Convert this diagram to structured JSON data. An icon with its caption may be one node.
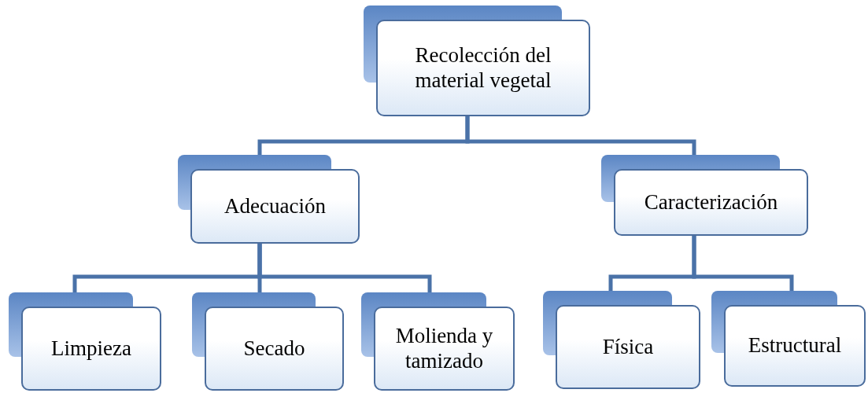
{
  "diagram": {
    "nodes": [
      {
        "text": [
          "Recolección del material vegetal"
        ]
      },
      {
        "text": [
          "Adecuación"
        ]
      },
      {
        "text": [
          "Caracterización"
        ]
      },
      {
        "text": [
          "Limpieza"
        ]
      },
      {
        "text": [
          "Secado"
        ]
      },
      {
        "text": [
          "Molienda y tamizado"
        ]
      },
      {
        "text": [
          "Física"
        ]
      },
      {
        "text": [
          "Estructural"
        ]
      }
    ],
    "edges": [
      {
        "from": 0,
        "to": 1,
        "arrow": "none"
      },
      {
        "from": 0,
        "to": 2,
        "arrow": "none"
      },
      {
        "from": 1,
        "to": 3,
        "arrow": "none"
      },
      {
        "from": 1,
        "to": 4,
        "arrow": "none"
      },
      {
        "from": 1,
        "to": 5,
        "arrow": "none"
      },
      {
        "from": 2,
        "to": 6,
        "arrow": "none"
      },
      {
        "from": 2,
        "to": 7,
        "arrow": "none"
      }
    ]
  }
}
